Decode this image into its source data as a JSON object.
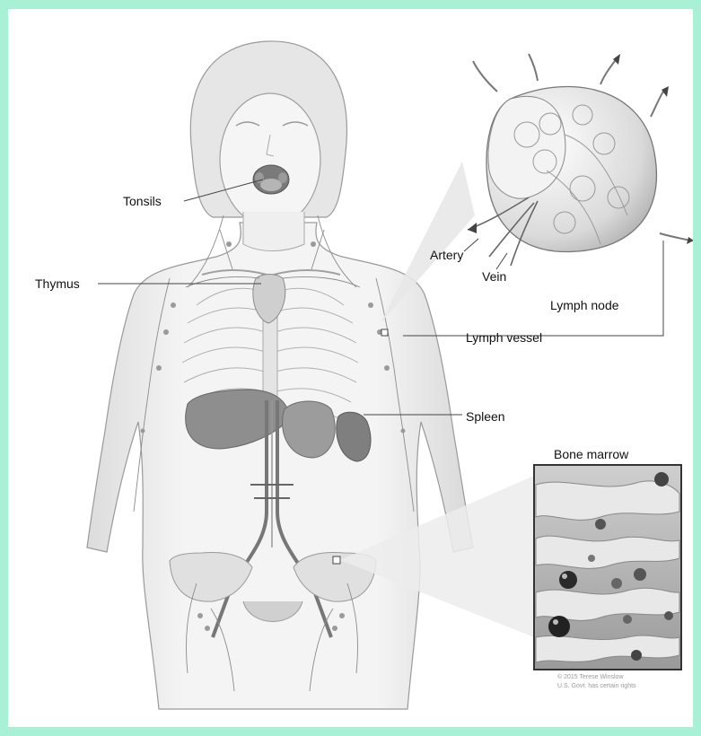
{
  "labels": {
    "tonsils": "Tonsils",
    "thymus": "Thymus",
    "artery": "Artery",
    "vein": "Vein",
    "lymph_node": "Lymph node",
    "lymph_vessel": "Lymph vessel",
    "spleen": "Spleen",
    "bone_marrow": "Bone marrow"
  },
  "copyright": {
    "line1": "© 2015 Terese Winslow",
    "line2": "U.S. Govt. has certain rights"
  },
  "colors": {
    "page_border": "#a8f0d6",
    "ink": "#333333",
    "organ": "#8e8e8e",
    "skin": "#f2f2f2"
  }
}
